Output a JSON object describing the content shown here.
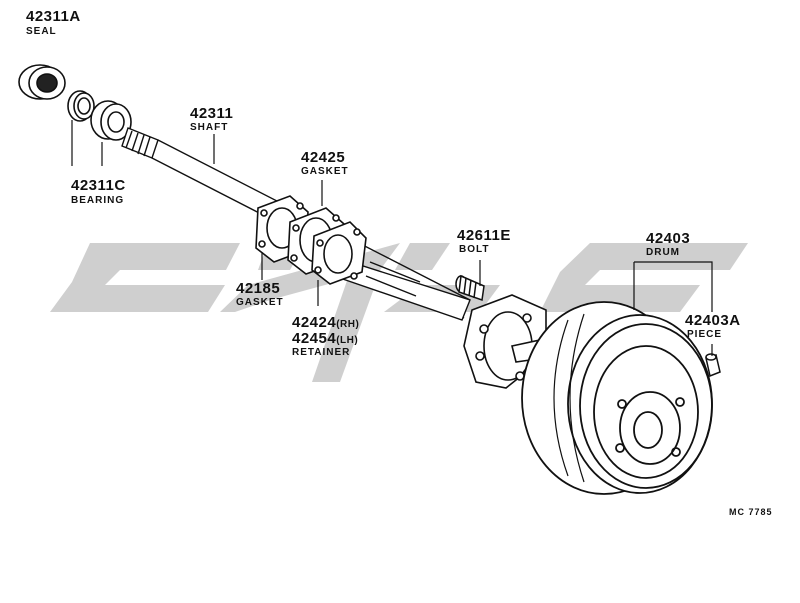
{
  "parts": {
    "seal": {
      "number": "42311A",
      "name": "SEAL"
    },
    "shaft": {
      "number": "42311",
      "name": "SHAFT"
    },
    "bearing": {
      "number": "42311C",
      "name": "BEARING"
    },
    "gasket_upper": {
      "number": "42425",
      "name": "GASKET"
    },
    "gasket_lower": {
      "number": "42185",
      "name": "GASKET"
    },
    "retainer": {
      "number_rh": "42424",
      "side_rh": "(RH)",
      "number_lh": "42454",
      "side_lh": "(LH)",
      "name": "RETAINER"
    },
    "bolt": {
      "number": "42611E",
      "name": "BOLT"
    },
    "drum": {
      "number": "42403",
      "name": "DRUM"
    },
    "piece": {
      "number": "42403A",
      "name": "PIECE"
    }
  },
  "drawing_code": "MC 7785",
  "colors": {
    "line": "#111111",
    "watermark": "#cfcfcf"
  }
}
